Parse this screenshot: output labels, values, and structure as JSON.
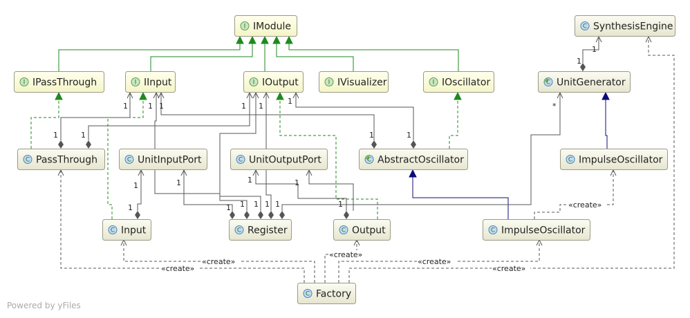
{
  "colors": {
    "interface_fill": "#ffffe0",
    "class_fill": "#f3f3e3",
    "interface_badge": "#c9e7c0",
    "interface_badge_stroke": "#5f9c55",
    "class_badge": "#c3dcf0",
    "class_badge_stroke": "#4d83b5",
    "realization": "#1e8a1e",
    "inheritance": "#0b0b7a",
    "association": "#555555",
    "dependency": "#555555"
  },
  "nodes": [
    {
      "id": "IModule",
      "label": "IModule",
      "kind": "interface"
    },
    {
      "id": "SynthesisEngine",
      "label": "SynthesisEngine",
      "kind": "class"
    },
    {
      "id": "IPassThrough",
      "label": "IPassThrough",
      "kind": "interface"
    },
    {
      "id": "IInput",
      "label": "IInput",
      "kind": "interface"
    },
    {
      "id": "IOutput",
      "label": "IOutput",
      "kind": "interface"
    },
    {
      "id": "IVisualizer",
      "label": "IVisualizer",
      "kind": "interface"
    },
    {
      "id": "IOscillator",
      "label": "IOscillator",
      "kind": "interface"
    },
    {
      "id": "UnitGenerator",
      "label": "UnitGenerator",
      "kind": "abstract"
    },
    {
      "id": "PassThrough",
      "label": "PassThrough",
      "kind": "class"
    },
    {
      "id": "UnitInputPort",
      "label": "UnitInputPort",
      "kind": "class"
    },
    {
      "id": "UnitOutputPort",
      "label": "UnitOutputPort",
      "kind": "class"
    },
    {
      "id": "AbstractOscillator",
      "label": "AbstractOscillator",
      "kind": "abstract"
    },
    {
      "id": "ImpulseOscillatorUG",
      "label": "ImpulseOscillator",
      "kind": "class"
    },
    {
      "id": "Input",
      "label": "Input",
      "kind": "class"
    },
    {
      "id": "Register",
      "label": "Register",
      "kind": "class"
    },
    {
      "id": "Output",
      "label": "Output",
      "kind": "class"
    },
    {
      "id": "ImpulseOscillatorMod",
      "label": "ImpulseOscillator",
      "kind": "class"
    },
    {
      "id": "Factory",
      "label": "Factory",
      "kind": "class"
    }
  ],
  "badges": {
    "interface": "I",
    "class": "C",
    "abstract": "C"
  },
  "multiplicities": [
    "1",
    "1",
    "1",
    "1",
    "1",
    "1",
    "1",
    "1",
    "1",
    "1",
    "1",
    "1",
    "1",
    "1",
    "1",
    "1",
    "1",
    "1",
    "1",
    "1",
    "1",
    "1",
    "1",
    "*"
  ],
  "stereotypes": [
    "«create»",
    "«create»",
    "«create»",
    "«create»",
    "«create»",
    "«create»"
  ],
  "watermark": "Powered by yFiles"
}
